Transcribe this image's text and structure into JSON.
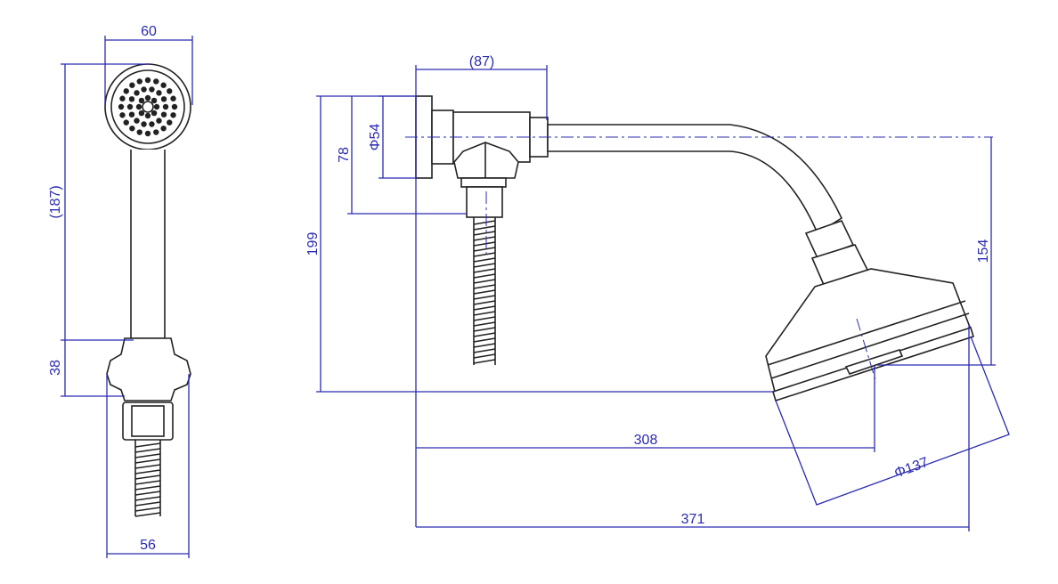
{
  "drawing": {
    "hand_shower_view": {
      "head_width": "60",
      "overall_length": "(187)",
      "bracket_height": "38",
      "bracket_width": "56"
    },
    "wall_arm_view": {
      "arm_projection": "(87)",
      "flange_height": "78",
      "flange_diameter": "Φ54",
      "total_drop": "199",
      "head_drop": "154",
      "head_center_reach": "308",
      "overall_reach": "371",
      "head_diameter": "Φ137"
    },
    "colors": {
      "dimension": "#2b2bb0",
      "outline": "#222222"
    }
  }
}
